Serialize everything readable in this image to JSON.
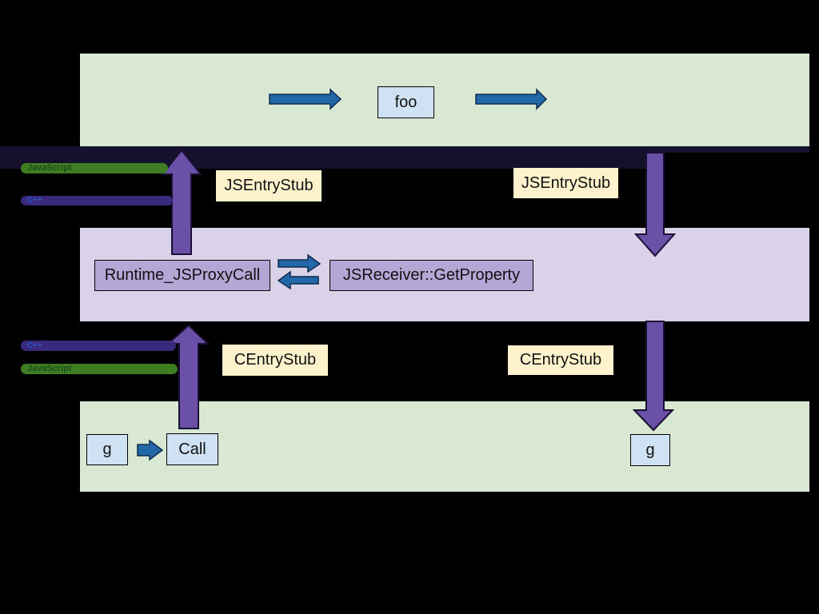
{
  "colors": {
    "canvas-bg": "#000000",
    "js-band": "#d9e8d2",
    "cpp-band": "#d9d2e9",
    "boundary-band": "#15112c",
    "stub-box": "#fdf2cc",
    "js-node": "#cfe2f3",
    "cpp-node": "#b4a7d6",
    "purple-arrow": "#6a50a7",
    "blue-arrow": "#2268a8",
    "js-bar": "#3f7d22",
    "js-bar-text": "#1e4d1a",
    "cpp-bar": "#392a7e",
    "cpp-bar-text": "#2d54c4"
  },
  "top_band": {
    "foo_label": "foo"
  },
  "boundary_top": {
    "js_bar_label": "JavaScript",
    "cpp_bar_label": "C++",
    "left_stub_label": "JSEntryStub",
    "right_stub_label": "JSEntryStub"
  },
  "runtime_band": {
    "proxy_call_label": "Runtime_JSProxyCall",
    "get_property_label": "JSReceiver::GetProperty"
  },
  "boundary_bottom": {
    "cpp_bar_label": "C++",
    "js_bar_label": "JavaScript",
    "left_stub_label": "CEntryStub",
    "right_stub_label": "CEntryStub"
  },
  "bottom_band": {
    "g_left_label": "g",
    "call_label": "Call",
    "g_right_label": "g"
  }
}
